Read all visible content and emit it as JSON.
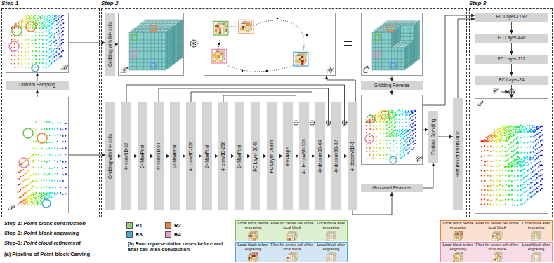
{
  "diagram": {
    "nodes": [
      {
        "text": [
          "Step-1"
        ]
      },
      {
        "text": [
          "ℬ"
        ],
        "in": 0
      },
      {
        "text": [
          "Uniform Sampling"
        ],
        "in": 0
      },
      {
        "text": [
          "𝒫"
        ],
        "in": 0
      },
      {
        "text": [
          "Step-2"
        ]
      },
      {
        "text": [
          "Gridding with 64³ cells"
        ],
        "in": 4
      },
      {
        "text": [
          "ℬ̂"
        ],
        "in": 4
      },
      {
        "text": [
          "𝒲"
        ],
        "in": 4
      },
      {
        "text": [
          "Ĉ"
        ],
        "in": 4
      },
      {
        "text": [
          "Gridding Reverse"
        ],
        "in": 4
      },
      {
        "text": [
          "Gridding with 64³ cells"
        ],
        "in": 4
      },
      {
        "text": [
          "4³ conv3D-32"
        ],
        "in": 4
      },
      {
        "text": [
          "2³ MaxPool"
        ],
        "in": 4
      },
      {
        "text": [
          "4³ conv3D-64"
        ],
        "in": 4
      },
      {
        "text": [
          "2³ MaxPool"
        ],
        "in": 4
      },
      {
        "text": [
          "4³ conv3D-128"
        ],
        "in": 4
      },
      {
        "text": [
          "2³ MaxPool"
        ],
        "in": 4
      },
      {
        "text": [
          "4³ conv3D-256"
        ],
        "in": 4
      },
      {
        "text": [
          "2³ MaxPool"
        ],
        "in": 4
      },
      {
        "text": [
          "FC Layer-2048"
        ],
        "in": 4
      },
      {
        "text": [
          "FC Layer-16384"
        ],
        "in": 4
      },
      {
        "text": [
          "Reshape"
        ],
        "in": 4
      },
      {
        "text": [
          "4³ deconv3D-128"
        ],
        "in": 4
      },
      {
        "text": [
          "4³ deconv3D-64"
        ],
        "in": 4
      },
      {
        "text": [
          "4³ deconv3D-32"
        ],
        "in": 4
      },
      {
        "text": [
          "4³ deconv3D-1"
        ],
        "in": 4
      },
      {
        "text": [
          "𝒞"
        ],
        "in": 4
      },
      {
        "text": [
          "Grid-level Features"
        ],
        "in": 4
      },
      {
        "text": [
          "Feature Sampling"
        ],
        "in": 4
      },
      {
        "text": [
          "Features of Points in 𝒞"
        ],
        "in": 4
      },
      {
        "text": [
          "Step-3"
        ]
      },
      {
        "text": [
          "FC Layer-1792"
        ],
        "in": 30
      },
      {
        "text": [
          "FC Layer-448"
        ],
        "in": 30
      },
      {
        "text": [
          "FC Layer-112"
        ],
        "in": 30
      },
      {
        "text": [
          "FC Layer-24"
        ],
        "in": 30
      },
      {
        "text": [
          "𝒬"
        ],
        "in": 30
      },
      {
        "text": [
          "Local block before engraving",
          "Filter for center cell of the local block",
          "Local block after engraving"
        ]
      },
      {
        "text": [
          "Local block before engraving",
          "Filter for center cell of the local block",
          "Local block after engraving"
        ]
      },
      {
        "text": [
          "Local block before engraving",
          "Filter for center cell of the local block",
          "Local block after engraving"
        ]
      },
      {
        "text": [
          "Local block before engraving",
          "Filter for center cell of the local block",
          "Local block after engraving"
        ]
      }
    ],
    "edges": [
      {
        "from": 3,
        "to": 2,
        "arrow": "to"
      },
      {
        "from": 2,
        "to": 1,
        "arrow": "to"
      },
      {
        "from": 1,
        "to": 5,
        "arrow": "to"
      },
      {
        "from": 5,
        "to": 6,
        "arrow": "to"
      },
      {
        "from": 3,
        "to": 10,
        "arrow": "to"
      },
      {
        "from": 10,
        "to": 11,
        "arrow": "to"
      },
      {
        "from": 11,
        "to": 12,
        "arrow": "to"
      },
      {
        "from": 12,
        "to": 13,
        "arrow": "to"
      },
      {
        "from": 13,
        "to": 14,
        "arrow": "to"
      },
      {
        "from": 14,
        "to": 15,
        "arrow": "to"
      },
      {
        "from": 15,
        "to": 16,
        "arrow": "to"
      },
      {
        "from": 16,
        "to": 17,
        "arrow": "to"
      },
      {
        "from": 17,
        "to": 18,
        "arrow": "to"
      },
      {
        "from": 18,
        "to": 19,
        "arrow": "to"
      },
      {
        "from": 19,
        "to": 20,
        "arrow": "to"
      },
      {
        "from": 20,
        "to": 21,
        "arrow": "to"
      },
      {
        "from": 21,
        "to": 22,
        "arrow": "to"
      },
      {
        "from": 22,
        "to": 23,
        "arrow": "to"
      },
      {
        "from": 23,
        "to": 24,
        "arrow": "to"
      },
      {
        "from": 24,
        "to": 25,
        "arrow": "to"
      },
      {
        "from": 17,
        "to": 22,
        "arrow": "to"
      },
      {
        "from": 15,
        "to": 23,
        "arrow": "to"
      },
      {
        "from": 13,
        "to": 24,
        "arrow": "to"
      },
      {
        "from": 11,
        "to": 25,
        "arrow": "to"
      },
      {
        "from": 25,
        "to": 7,
        "arrow": "to"
      },
      {
        "from": 8,
        "to": 9,
        "arrow": "to"
      },
      {
        "from": 9,
        "to": 26,
        "arrow": "to"
      },
      {
        "from": 25,
        "to": 27,
        "arrow": "to"
      },
      {
        "from": 26,
        "to": 28,
        "arrow": "to"
      },
      {
        "from": 27,
        "to": 28,
        "arrow": "to"
      },
      {
        "from": 28,
        "to": 29,
        "arrow": "to"
      },
      {
        "from": 29,
        "to": 31,
        "arrow": "to"
      },
      {
        "from": 26,
        "to": 31,
        "arrow": "to"
      },
      {
        "from": 31,
        "to": 32,
        "arrow": "to"
      },
      {
        "from": 32,
        "to": 33,
        "arrow": "to"
      },
      {
        "from": 33,
        "to": 34,
        "arrow": "to"
      },
      {
        "from": 34,
        "to": 35,
        "arrow": "to"
      }
    ],
    "labels": [
      "𝒞",
      "Step-1: Point-block construction",
      "Step-2: Point-block engraving",
      "Step-3: Point cloud refinement",
      "(a) Pipeline of Point-block Carving",
      "(b) Four representative cases before and after cell-wise convolution"
    ],
    "legend": [
      {
        "text": "R1",
        "color": "#8fd16f"
      },
      {
        "text": "R2",
        "color": "#e8823f"
      },
      {
        "text": "R3",
        "color": "#4fa3dc"
      },
      {
        "text": "R4",
        "color": "#ec9cc3"
      }
    ]
  }
}
